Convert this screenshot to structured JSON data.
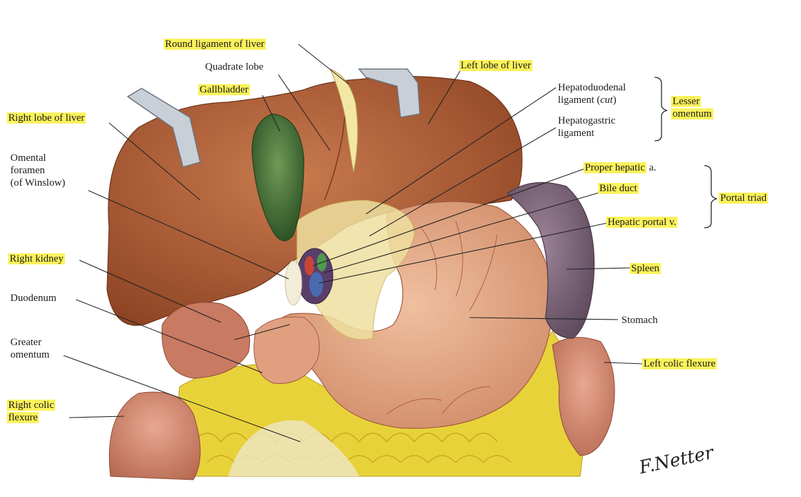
{
  "labels": {
    "round_ligament": "Round ligament of liver",
    "quadrate_lobe": "Quadrate lobe",
    "left_lobe": "Left lobe of liver",
    "gallbladder": "Gallbladder",
    "hepatoduodenal_1": "Hepatoduodenal",
    "hepatoduodenal_2": "ligament (",
    "hepatoduodenal_cut": "cut",
    "hepatoduodenal_3": ")",
    "lesser_1": "Lesser",
    "lesser_2": "omentum",
    "hepatogastric_1": "Hepatogastric",
    "hepatogastric_2": "ligament",
    "right_lobe": "Right lobe of liver",
    "omental_1": "Omental",
    "omental_2": "foramen",
    "omental_3": "(of Winslow)",
    "proper_hepatic": "Proper hepatic",
    "proper_hepatic_suffix": " a.",
    "bile_duct": "Bile duct",
    "portal_triad": "Portal triad",
    "hepatic_portal": "Hepatic portal v.",
    "right_kidney": "Right kidney",
    "spleen": "Spleen",
    "duodenum": "Duodenum",
    "stomach": "Stomach",
    "greater_1": "Greater",
    "greater_2": "omentum",
    "left_colic": "Left colic flexure",
    "right_colic_1": "Right colic",
    "right_colic_2": "flexure"
  },
  "signature": "F.Netter",
  "colors": {
    "highlight": "#fbf25b",
    "liver": "#b5633a",
    "gallbladder": "#3f6a35",
    "stomach": "#e3a07e",
    "spleen": "#7d6478",
    "fat": "#e8d23a"
  }
}
